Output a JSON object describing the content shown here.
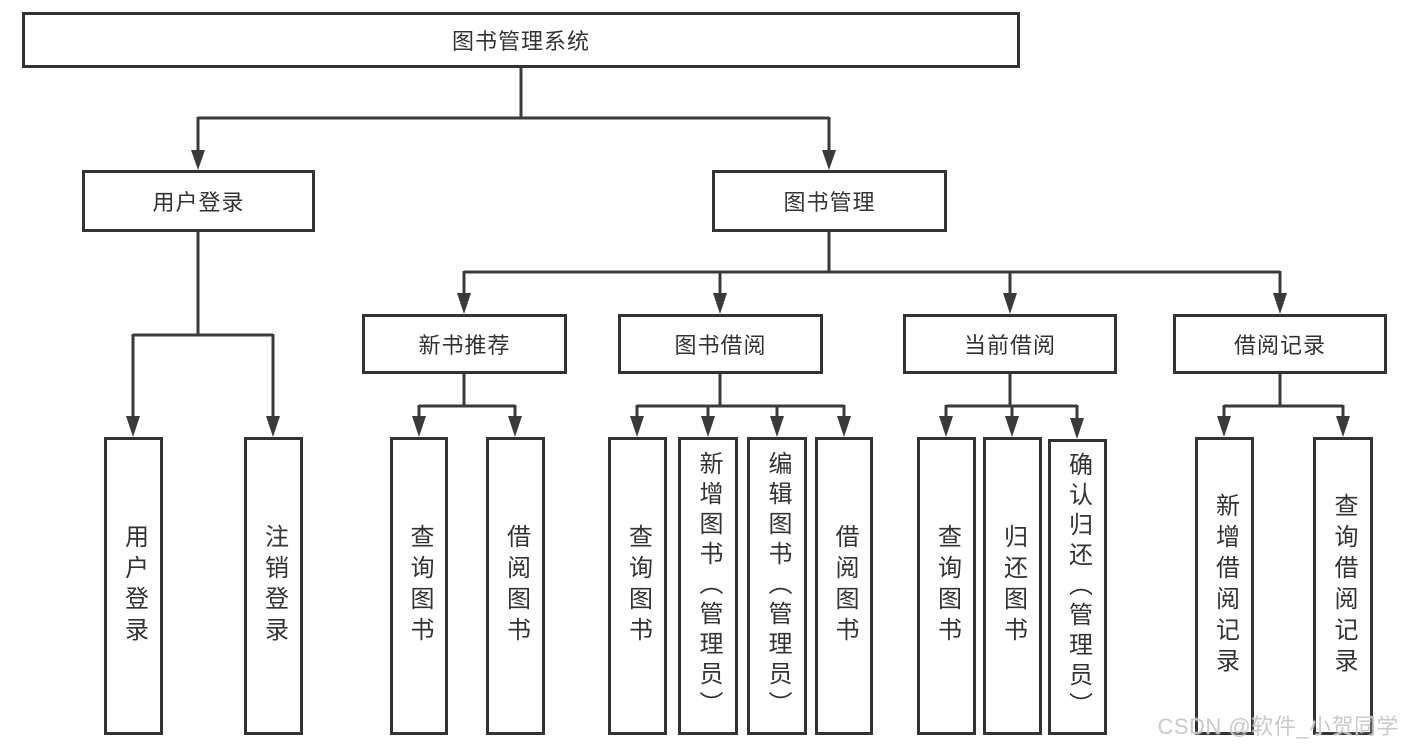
{
  "tree": {
    "label": "图书管理系统",
    "children": [
      {
        "label": "用户登录",
        "children": [
          {
            "label": "用户登录"
          },
          {
            "label": "注销登录"
          }
        ]
      },
      {
        "label": "图书管理",
        "children": [
          {
            "label": "新书推荐",
            "children": [
              {
                "label": "查询图书"
              },
              {
                "label": "借阅图书"
              }
            ]
          },
          {
            "label": "图书借阅",
            "children": [
              {
                "label": "查询图书"
              },
              {
                "label": "新增图书（管理员）"
              },
              {
                "label": "编辑图书（管理员）"
              },
              {
                "label": "借阅图书"
              }
            ]
          },
          {
            "label": "当前借阅",
            "children": [
              {
                "label": "查询图书"
              },
              {
                "label": "归还图书"
              },
              {
                "label": "确认归还（管理员）"
              }
            ]
          },
          {
            "label": "借阅记录",
            "children": [
              {
                "label": "新增借阅记录"
              },
              {
                "label": "查询借阅记录"
              }
            ]
          }
        ]
      }
    ]
  },
  "watermark": {
    "text": "CSDN @软件_小贺同学"
  },
  "colors": {
    "box_border": "#333333",
    "connector_line": "#3a3a3a",
    "text": "#333333",
    "watermark": "#c9c9c9",
    "background": "#ffffff"
  }
}
